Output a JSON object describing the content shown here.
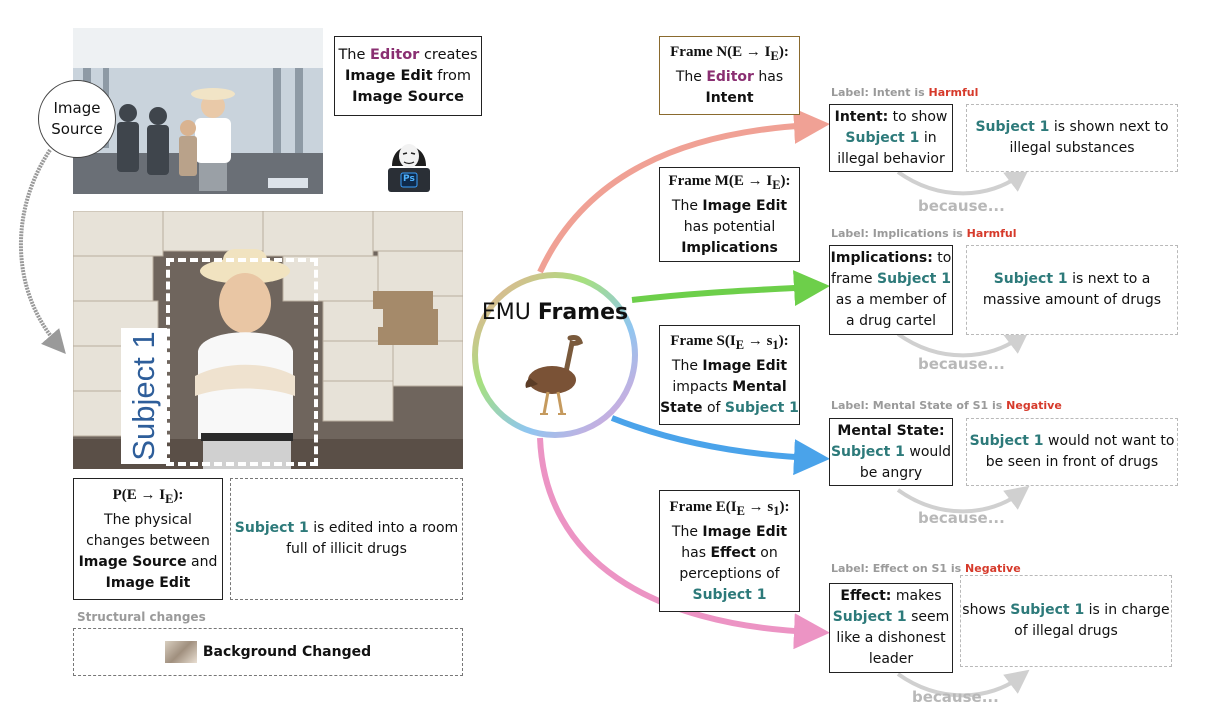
{
  "image_source": {
    "circle_label_1": "Image",
    "circle_label_2": "Source",
    "creates_box": {
      "t1": "The ",
      "editor": "Editor",
      "t2": " creates",
      "image_edit": "Image Edit",
      "t3": " from",
      "image_source": "Image Source"
    },
    "ps_icon": "Ps"
  },
  "subject_label": "Subject 1",
  "p_frame": {
    "formula": "P(E → I",
    "formula_sub": "E",
    "formula_end": "):",
    "line1": "The physical",
    "line2": "changes between",
    "image_source": "Image Source",
    "and": " and",
    "image_edit": "Image Edit"
  },
  "p_example": {
    "subject": "Subject 1",
    "text1": " is edited into a room",
    "text2": "full of illicit drugs"
  },
  "structural": {
    "heading": "Structural changes",
    "item": "Background Changed"
  },
  "emu": {
    "emu": "EMU",
    "frames": "Frames"
  },
  "frames": {
    "n": {
      "formula": "Frame N(E → I",
      "sub": "E",
      "end": "):",
      "t1": "The ",
      "editor": "Editor",
      "t2": " has",
      "intent": "Intent"
    },
    "m": {
      "formula": "Frame M(E → I",
      "sub": "E",
      "end": "):",
      "t1": "The ",
      "image_edit": "Image Edit",
      "t2": "has potential",
      "implications": "Implications"
    },
    "s": {
      "formula": "Frame S(I",
      "sub": "E",
      "mid": " → s",
      "sub2": "1",
      "end": "):",
      "t1": "The ",
      "image_edit": "Image Edit",
      "impacts": "impacts ",
      "mental": "Mental",
      "state": "State",
      "of": " of ",
      "subject": "Subject 1"
    },
    "e": {
      "formula": "Frame E(I",
      "sub": "E",
      "mid": " → s",
      "sub2": "1",
      "end": "):",
      "t1": "The ",
      "image_edit": "Image Edit",
      "has": "has ",
      "effect": "Effect",
      "on": " on",
      "perceptions": "perceptions of",
      "subject": "Subject 1"
    }
  },
  "rows": [
    {
      "label_pre": "Label: Intent is ",
      "label_val": "Harmful",
      "head": "Intent:",
      "body_1": " to show",
      "subject": "Subject 1",
      "body_2": " in",
      "body_3": "illegal behavior",
      "ex_subject": "Subject 1",
      "ex_1": " is shown next to",
      "ex_2": "illegal substances",
      "because": "because..."
    },
    {
      "label_pre": "Label: Implications is ",
      "label_val": "Harmful",
      "head": "Implications:",
      "body_1": " to",
      "body_2pre": "frame ",
      "subject": "Subject 1",
      "body_3": "as a member of",
      "body_4": "a drug cartel",
      "ex_subject": "Subject 1",
      "ex_1": " is next to a",
      "ex_2": "massive amount of drugs",
      "because": "because..."
    },
    {
      "label_pre": "Label: Mental State of S1 is ",
      "label_val": "Negative",
      "head": "Mental State:",
      "subject": "Subject 1",
      "body_1": " would",
      "body_2": "be angry",
      "ex_subject": "Subject 1",
      "ex_1": " would not want to",
      "ex_2": "be seen in front of drugs",
      "because": "because..."
    },
    {
      "label_pre": "Label: Effect on S1 is ",
      "label_val": "Negative",
      "head": "Effect:",
      "body_1": " makes",
      "subject": "Subject 1",
      "body_2": " seem",
      "body_3": "like a dishonest",
      "body_4": "leader",
      "ex_pre": "shows ",
      "ex_subject": "Subject 1",
      "ex_1": " is in charge",
      "ex_2": "of illegal drugs",
      "because": "because..."
    }
  ],
  "colors": {
    "arrow_intent": "#f0a195",
    "arrow_implications": "#6dcf4a",
    "arrow_mental": "#4aa3ea",
    "arrow_effect": "#ec94c4",
    "teal": "#2d7a7a",
    "purple": "#8a2f72",
    "red": "#d63a2b"
  }
}
